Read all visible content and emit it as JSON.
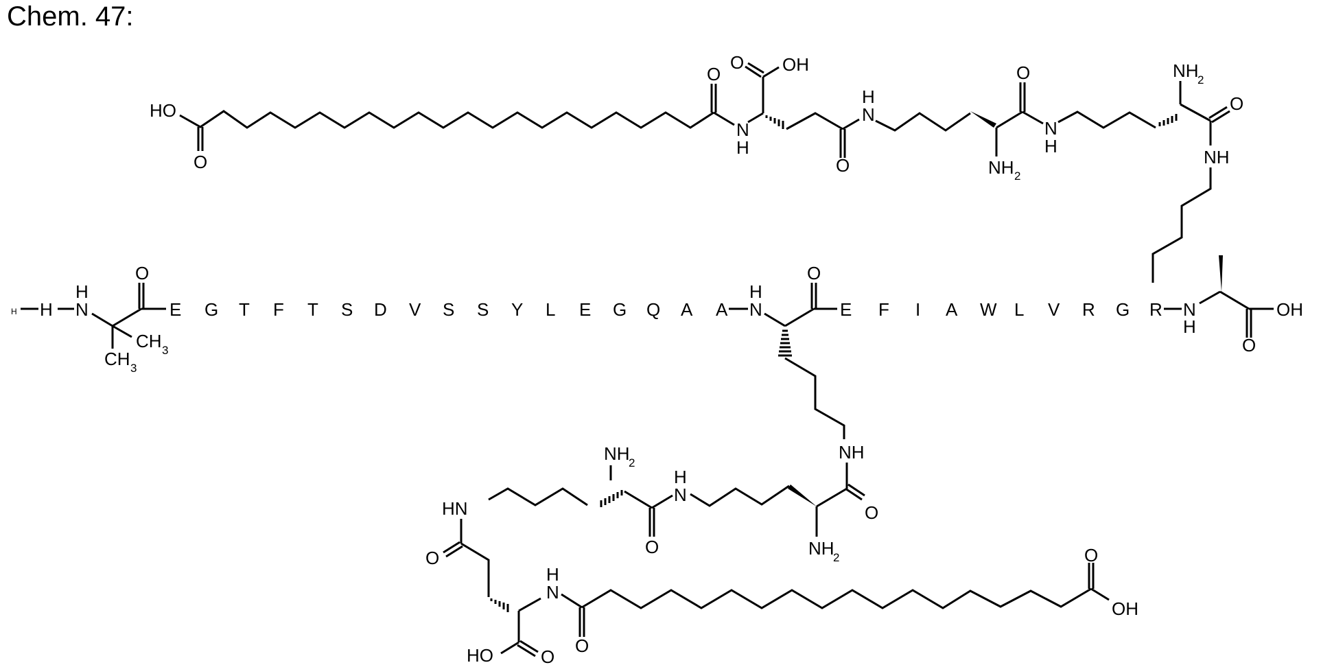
{
  "title": "Chem. 47:",
  "colors": {
    "ink": "#000000",
    "background": "#ffffff"
  },
  "backbone": {
    "n_terminus": {
      "h_small": "H",
      "h": "H",
      "nh_h": "H",
      "n": "N",
      "carbonyl_o": "O",
      "methyl_1": "CH",
      "methyl_1_sub": "3",
      "methyl_2": "CH",
      "methyl_2_sub": "3"
    },
    "sequence_1": [
      "E",
      "G",
      "T",
      "F",
      "T",
      "S",
      "D",
      "V",
      "S",
      "S",
      "Y",
      "L",
      "E",
      "G",
      "Q",
      "A",
      "A"
    ],
    "lys_mid": {
      "nh_h": "H",
      "n": "N",
      "carbonyl_o": "O"
    },
    "sequence_2": [
      "E",
      "F",
      "I",
      "A",
      "W",
      "L",
      "V",
      "R",
      "G",
      "R"
    ],
    "c_terminus": {
      "n": "N",
      "nh_h": "H",
      "oh": "OH",
      "o": "O"
    }
  },
  "upper_branch": {
    "fatty_acid": {
      "ho": "HO",
      "o": "O",
      "amide_o": "O"
    },
    "glu": {
      "nh_n": "N",
      "nh_h": "H",
      "acid_o": "O",
      "acid_oh": "OH",
      "gamma_o": "O"
    },
    "lys_a": {
      "n": "N",
      "h": "H",
      "nh2": "NH",
      "nh2_sub": "2",
      "o": "O"
    },
    "lys_b": {
      "n": "N",
      "h": "H",
      "nh2": "NH",
      "nh2_sub": "2",
      "o": "O",
      "nh": "NH"
    }
  },
  "lower_branch": {
    "lys_c": {
      "nh": "NH",
      "o": "O",
      "nh2": "NH",
      "nh2_sub": "2"
    },
    "lys_d": {
      "n": "N",
      "h": "H",
      "nh2": "NH",
      "nh2_sub": "2",
      "o": "O",
      "hn": "HN"
    },
    "glu": {
      "o": "O",
      "nh_n": "N",
      "nh_h": "H",
      "ho": "HO",
      "acid_o": "O",
      "amide_o": "O"
    },
    "fatty_acid": {
      "o": "O",
      "oh": "OH"
    }
  }
}
